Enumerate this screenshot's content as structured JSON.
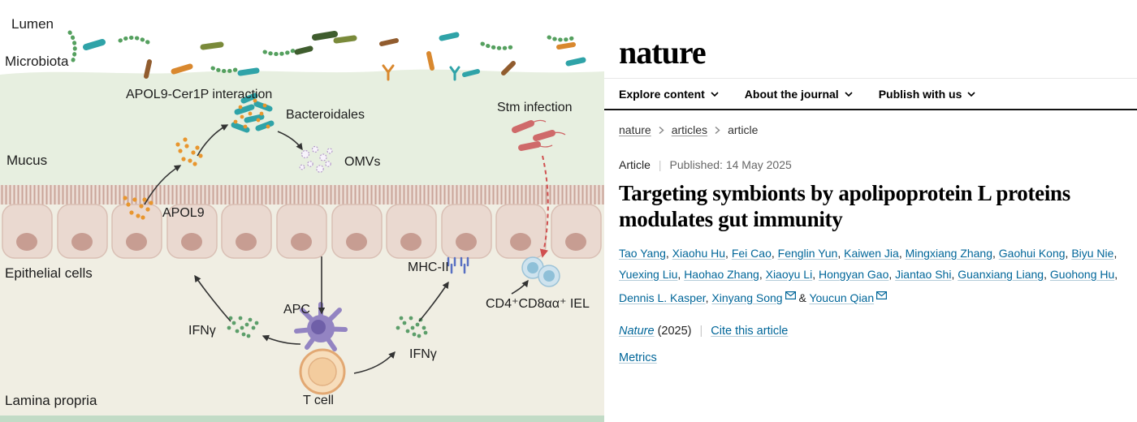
{
  "figure": {
    "region_labels": {
      "lumen": "Lumen",
      "microbiota": "Microbiota",
      "mucus": "Mucus",
      "epithelial_cells": "Epithelial cells",
      "lamina_propria": "Lamina propria"
    },
    "annotations": {
      "apol9_cer1p": "APOL9-Cer1P interaction",
      "bacteroidales": "Bacteroidales",
      "omvs": "OMVs",
      "apol9": "APOL9",
      "stm_infection": "Stm infection",
      "mhc2": "MHC-II",
      "cd4_iel": "CD4⁺CD8αα⁺ IEL",
      "apc": "APC",
      "t_cell": "T cell",
      "ifng_left": "IFNγ",
      "ifng_right": "IFNγ"
    }
  },
  "site": {
    "logo": "nature",
    "nav": [
      {
        "label": "Explore content"
      },
      {
        "label": "About the journal"
      },
      {
        "label": "Publish with us"
      }
    ],
    "breadcrumb": [
      {
        "label": "nature"
      },
      {
        "label": "articles"
      },
      {
        "label": "article"
      }
    ],
    "article": {
      "type_label": "Article",
      "published": "Published: 14 May 2025",
      "title": "Targeting symbionts by apolipoprotein L proteins modulates gut immunity",
      "authors": [
        {
          "name": "Tao Yang"
        },
        {
          "name": "Xiaohu Hu"
        },
        {
          "name": "Fei Cao"
        },
        {
          "name": "Fenglin Yun"
        },
        {
          "name": "Kaiwen Jia"
        },
        {
          "name": "Mingxiang Zhang"
        },
        {
          "name": "Gaohui Kong"
        },
        {
          "name": "Biyu Nie"
        },
        {
          "name": "Yuexing Liu"
        },
        {
          "name": "Haohao Zhang"
        },
        {
          "name": "Xiaoyu Li"
        },
        {
          "name": "Hongyan Gao"
        },
        {
          "name": "Jiantao Shi"
        },
        {
          "name": "Guanxiang Liang"
        },
        {
          "name": "Guohong Hu"
        },
        {
          "name": "Dennis L. Kasper"
        },
        {
          "name": "Xinyang Song",
          "email": true
        },
        {
          "name": "Youcun Qian",
          "email": true
        }
      ],
      "journal": "Nature",
      "year": "(2025)",
      "cite_link": "Cite this article",
      "metrics_link": "Metrics"
    },
    "colors": {
      "link": "#006699"
    }
  }
}
